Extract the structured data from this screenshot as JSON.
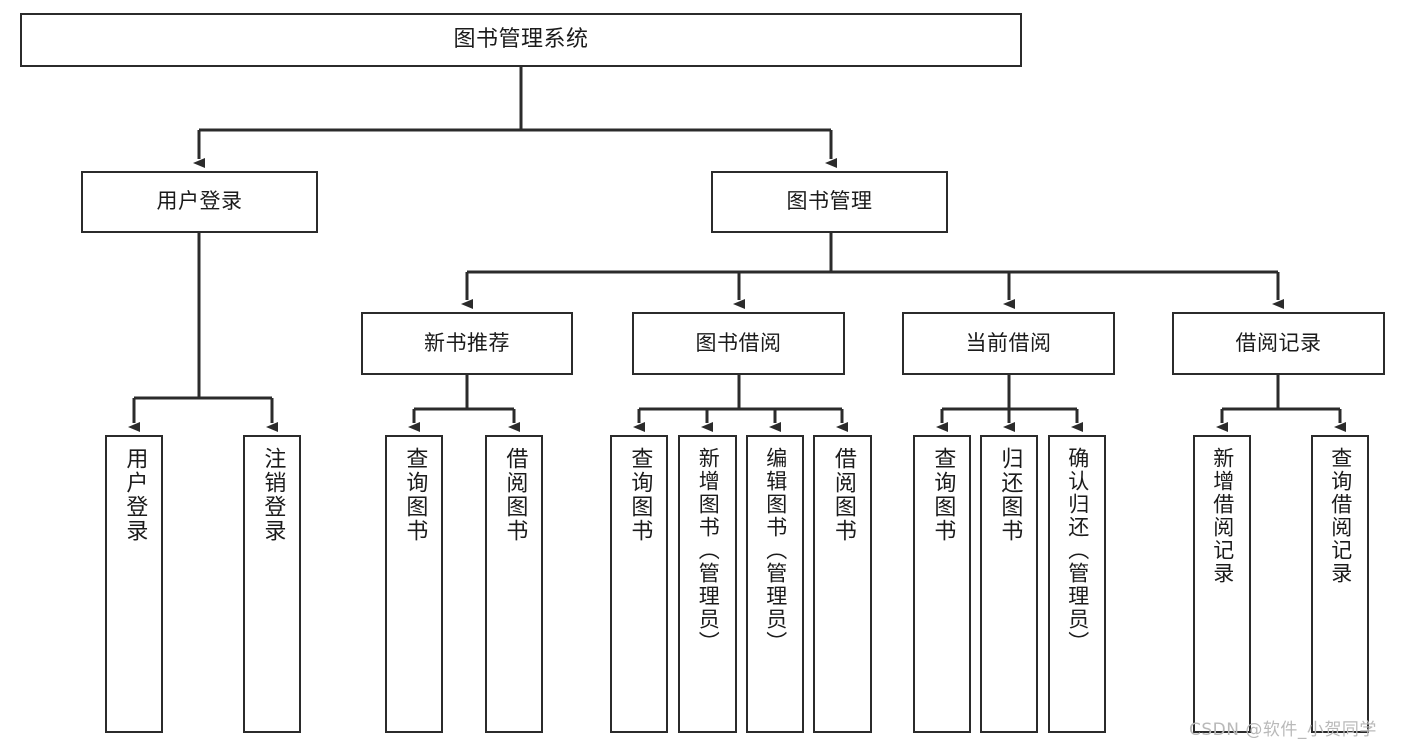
{
  "diagram": {
    "title": "图书管理系统",
    "type": "tree-hierarchy",
    "style": {
      "box_border_color": "#2b2b2b",
      "box_fill": "#ffffff",
      "line_color": "#2b2b2b",
      "text_color": "#1b1b1b",
      "background": "#ffffff"
    },
    "nodes": {
      "root": {
        "label": "图书管理系统"
      },
      "level2": [
        {
          "label": "用户登录"
        },
        {
          "label": "图书管理"
        }
      ],
      "level3": [
        {
          "label": "新书推荐"
        },
        {
          "label": "图书借阅"
        },
        {
          "label": "当前借阅"
        },
        {
          "label": "借阅记录"
        }
      ],
      "leaves_user_login": [
        {
          "label": "用户登录"
        },
        {
          "label": "注销登录"
        }
      ],
      "leaves_new_book": [
        {
          "label": "查询图书"
        },
        {
          "label": "借阅图书"
        }
      ],
      "leaves_borrow": [
        {
          "label": "查询图书"
        },
        {
          "label": "新增图书（管理员）"
        },
        {
          "label": "编辑图书（管理员）"
        },
        {
          "label": "借阅图书"
        }
      ],
      "leaves_current": [
        {
          "label": "查询图书"
        },
        {
          "label": "归还图书"
        },
        {
          "label": "确认归还（管理员）"
        }
      ],
      "leaves_records": [
        {
          "label": "新增借阅记录"
        },
        {
          "label": "查询借阅记录"
        }
      ]
    }
  },
  "watermark": {
    "text": "CSDN @软件_小贺同学"
  }
}
